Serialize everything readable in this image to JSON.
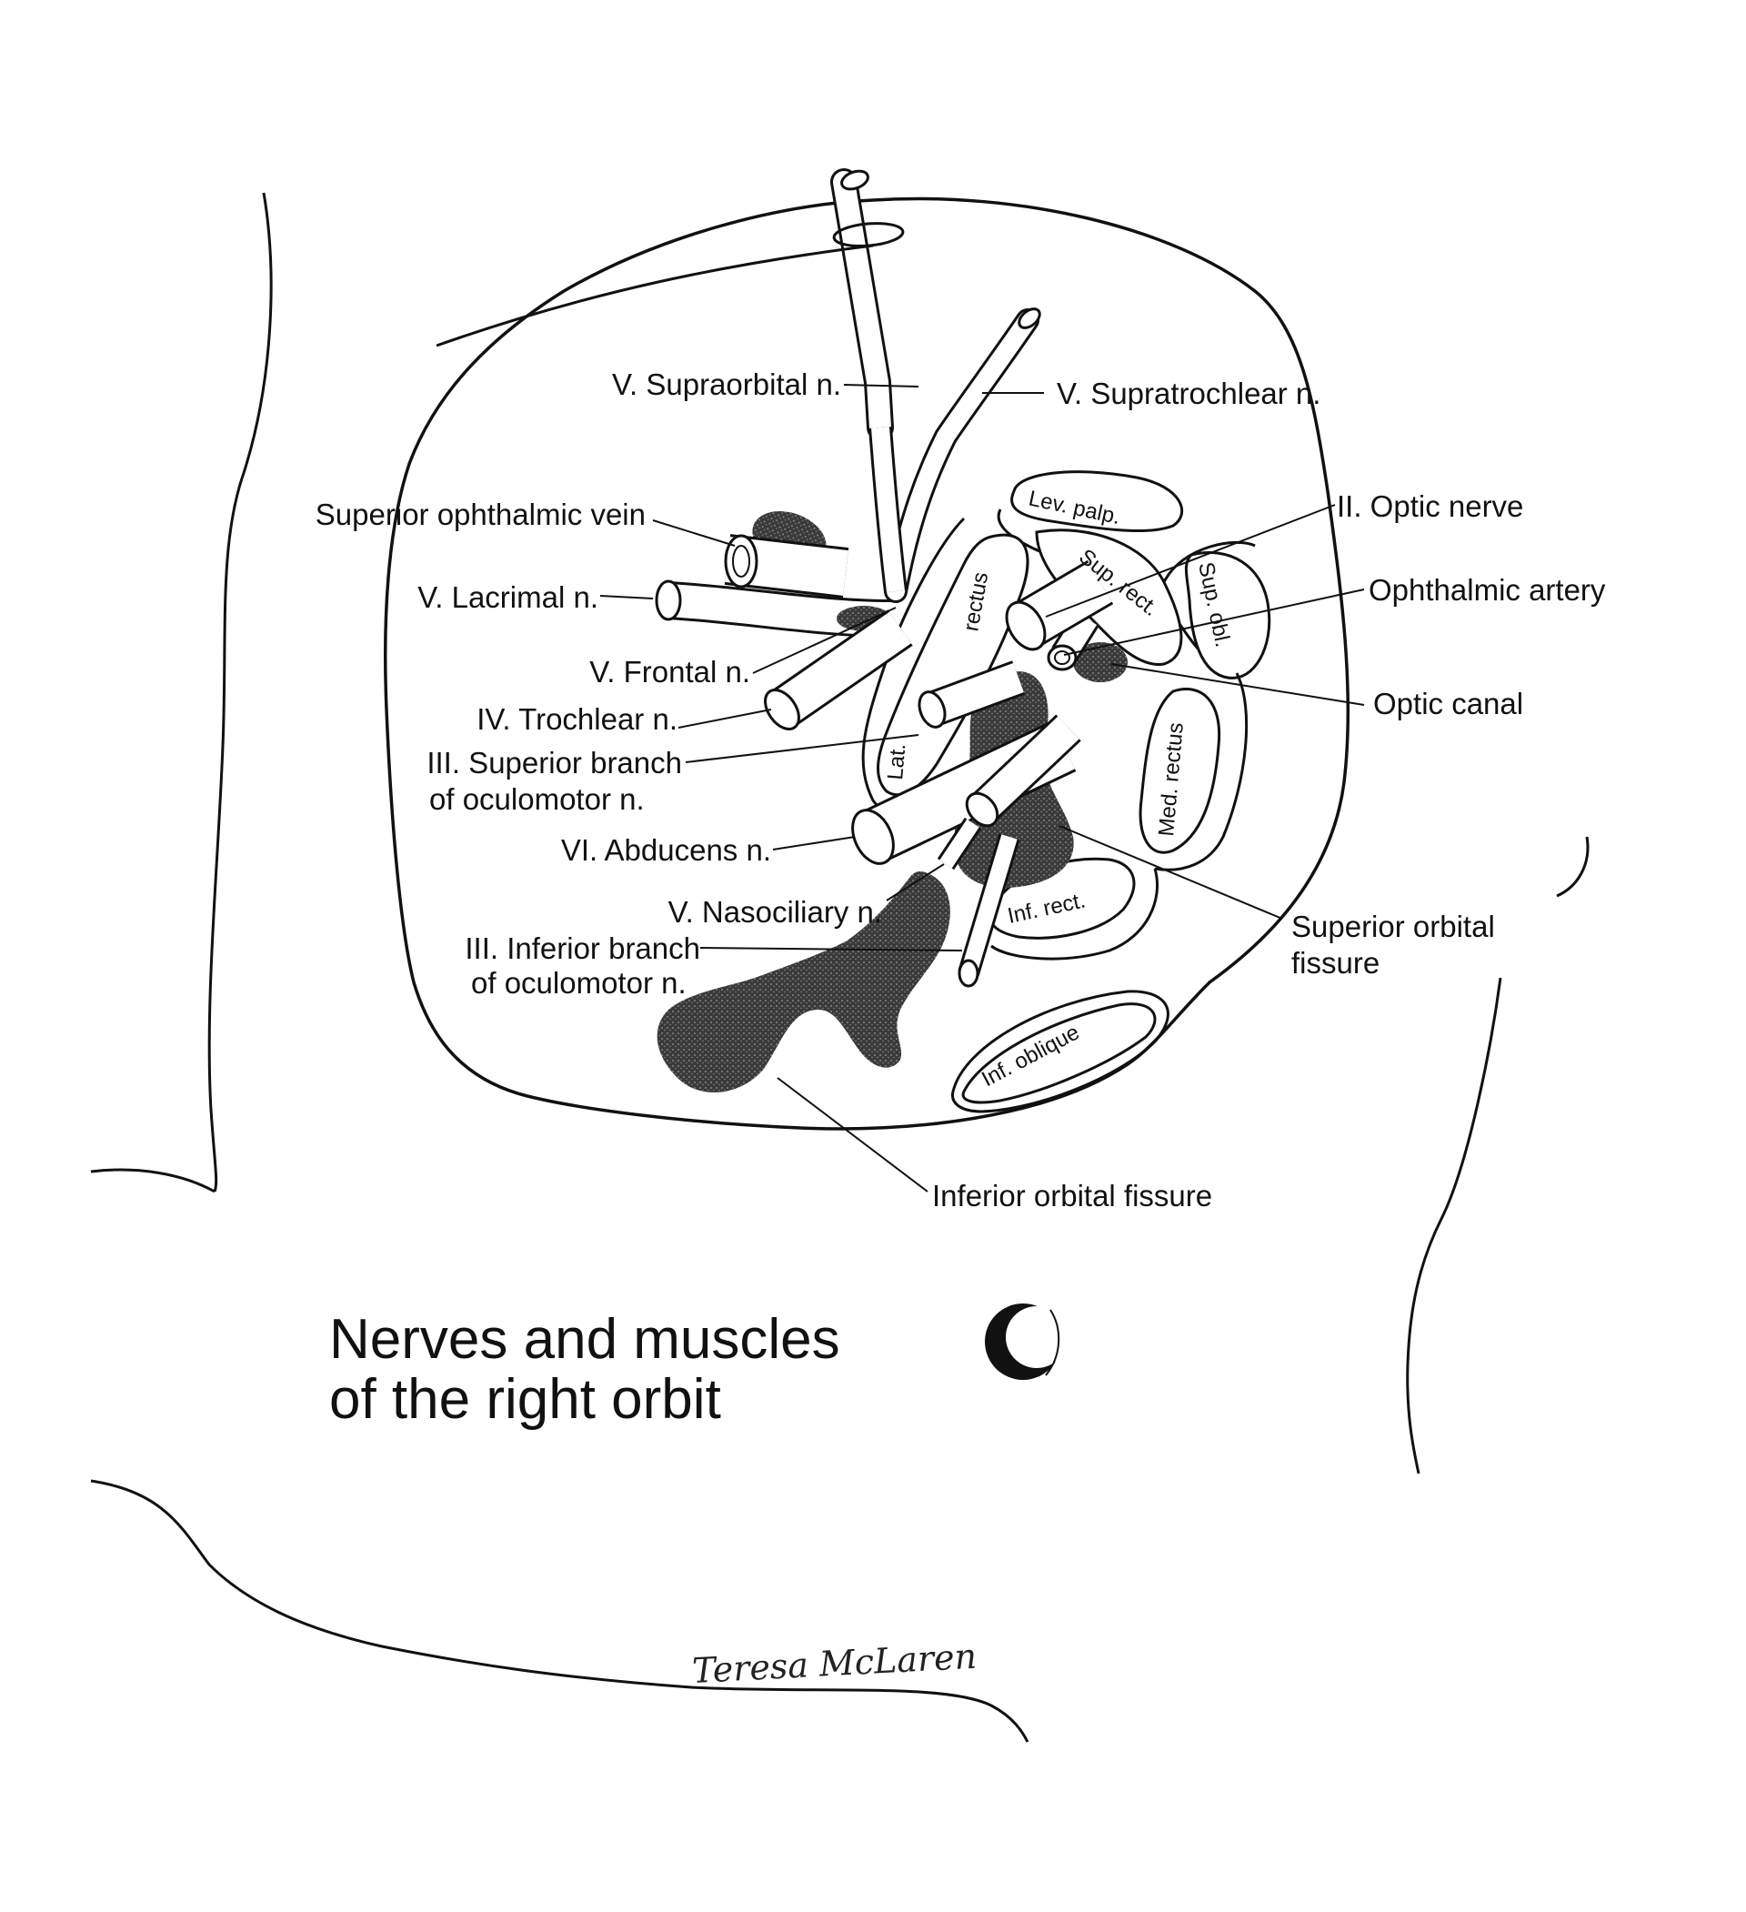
{
  "title": {
    "line1": "Nerves and muscles",
    "line2": "of the right orbit"
  },
  "labels": {
    "supraorbital": "V. Supraorbital n.",
    "supratrochlear": "V. Supratrochlear n.",
    "sup_ophthalmic_vein": "Superior ophthalmic vein",
    "lacrimal": "V. Lacrimal n.",
    "frontal": "V. Frontal n.",
    "trochlear": "IV. Trochlear n.",
    "oculomotor_sup_1": "III. Superior branch",
    "oculomotor_sup_2": "of oculomotor n.",
    "abducens": "VI. Abducens n.",
    "nasociliary": "V. Nasociliary n.",
    "oculomotor_inf_1": "III. Inferior branch",
    "oculomotor_inf_2": "of oculomotor n.",
    "optic_nerve": "II. Optic nerve",
    "ophthalmic_artery": "Ophthalmic artery",
    "optic_canal": "Optic canal",
    "sup_orbital_fissure_1": "Superior orbital",
    "sup_orbital_fissure_2": "fissure",
    "inf_orbital_fissure": "Inferior orbital fissure"
  },
  "muscles": {
    "lev_palp": "Lev. palp.",
    "sup_rect": "Sup. rect.",
    "sup_obl": "Sup. obl.",
    "lat": "Lat.",
    "rectus": "rectus",
    "med_rectus": "Med. rectus",
    "inf_rect": "Inf. rect.",
    "inf_oblique": "Inf. oblique"
  },
  "signature": "Teresa McLaren",
  "colors": {
    "ink": "#111111",
    "fissure": "#3a3a3a",
    "background": "#ffffff"
  }
}
